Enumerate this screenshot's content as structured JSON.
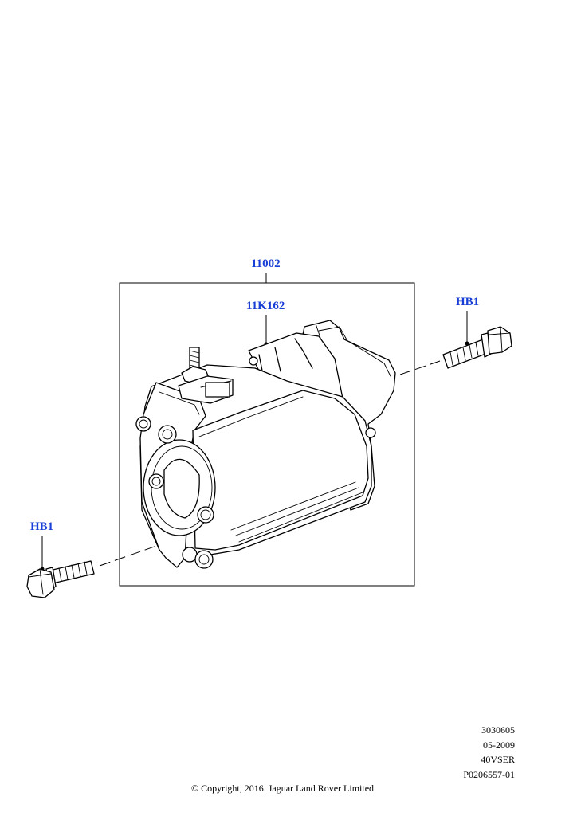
{
  "callouts": {
    "assembly": "11002",
    "solenoid": "11K162",
    "bolt_right": "HB1",
    "bolt_left": "HB1"
  },
  "meta": {
    "line1": "3030605",
    "line2": "05-2009",
    "line3": "40VSER",
    "line4": "P0206557-01"
  },
  "copyright": "© Copyright, 2016. Jaguar Land Rover Limited.",
  "colors": {
    "callout": "#1a3fd6",
    "line": "#000000",
    "background": "#ffffff"
  }
}
